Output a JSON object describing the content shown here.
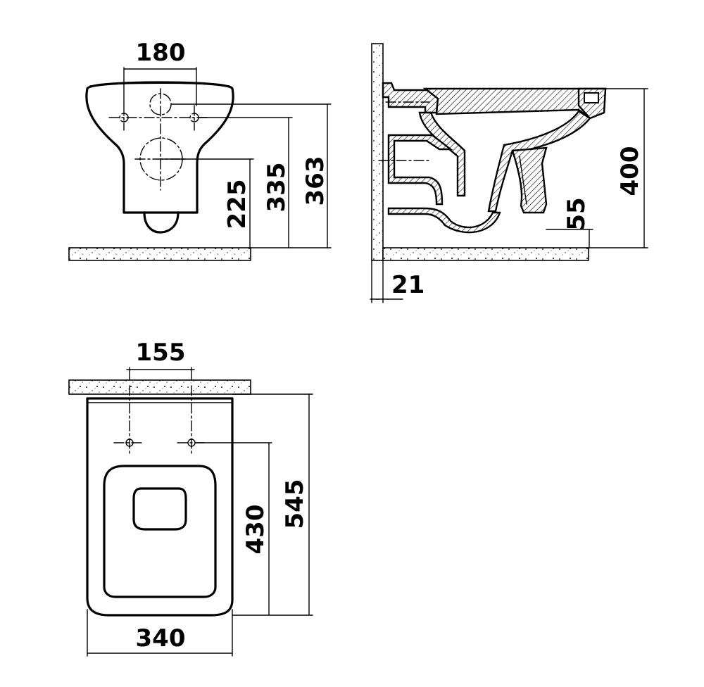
{
  "dimensions": {
    "front_width": "180",
    "front_h_225": "225",
    "front_h_335": "335",
    "front_h_363": "363",
    "side_height": "400",
    "side_gap": "55",
    "side_wall": "21",
    "top_holes": "155",
    "top_inner": "430",
    "top_length": "545",
    "top_width": "340"
  }
}
